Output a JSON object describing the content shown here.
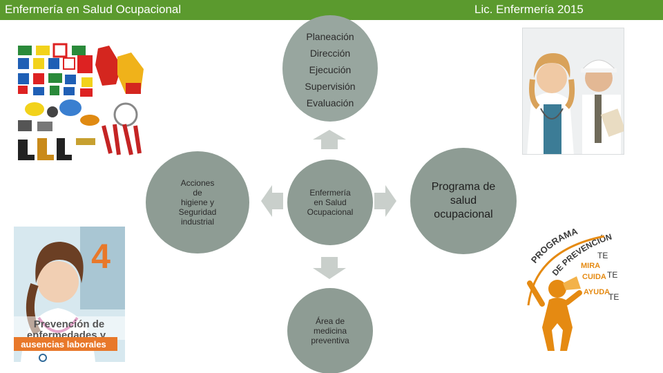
{
  "header": {
    "left_title": "Enfermería en Salud Ocupacional",
    "right_title": "Lic. Enfermería 2015"
  },
  "diagram": {
    "top_node": [
      "Planeación",
      "Dirección",
      "Ejecución",
      "Supervisión",
      "Evaluación"
    ],
    "left_node": "Acciones de higiene y Seguridad industrial",
    "center_node": "Enfermería en Salud Ocupacional",
    "right_node": "Programa de salud ocupacional",
    "bottom_node": "Área de medicina preventiva"
  },
  "poster": {
    "number": "4",
    "line1": "Prevención de",
    "line2": "enfermedades y",
    "line3": "ausencias laborales"
  },
  "program_logo": {
    "arc_top": "PROGRAMA",
    "arc_middle": "DE PREVENCIÓN",
    "row1_a": "MIRA",
    "row1_b": "TE",
    "row2_a": "CUIDA",
    "row2_b": "TE",
    "row3_a": "AYUDA",
    "row3_b": "TE"
  },
  "colors": {
    "header_green": "#5b9a2e",
    "node_gray": "#8e9c94",
    "arrow_gray": "#c9cfcb",
    "logo_orange": "#e58a12"
  }
}
